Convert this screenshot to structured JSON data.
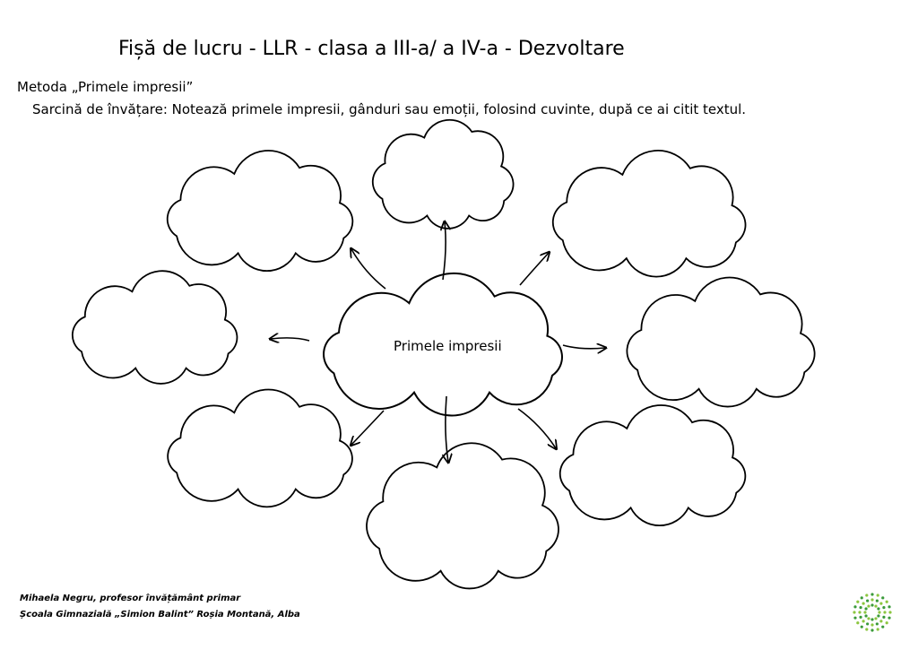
{
  "worksheet": {
    "title": "Fișă de lucru -  LLR - clasa a III-a/ a IV-a -  Dezvoltare",
    "method": "Metoda „Primele impresii”",
    "task": "Sarcină de învățare: Notează primele impresii, gânduri sau emoții, folosind cuvinte, după ce ai citit textul.",
    "center_label": "Primele impresii",
    "empty_clouds": 8
  },
  "footer": {
    "author": "Mihaela Negru, profesor învățământ primar",
    "school": "Școala Gimnazială „Simion Balint” Roșia Montană, Alba",
    "logo_colors": [
      "#8cc63f",
      "#3a9a3a"
    ]
  }
}
